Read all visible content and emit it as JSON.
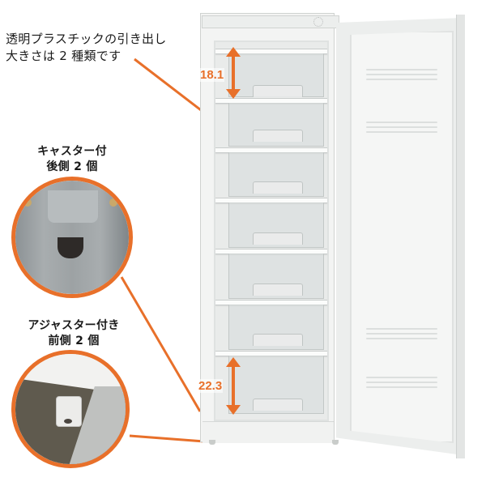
{
  "callouts": {
    "drawers": {
      "line1": "透明プラスチックの引き出し",
      "line2": "大きさは 2 種類です"
    },
    "rear_casters": {
      "line1": "キャスター付",
      "line2": "後側 2 個"
    },
    "front_adjusters": {
      "line1": "アジャスター付き",
      "line2": "前側 2 個"
    }
  },
  "dimensions": {
    "top_drawer_height": "18.1",
    "bottom_drawer_height": "22.3"
  },
  "colors": {
    "accent": "#e8702a",
    "text": "#1a1a1a",
    "appliance_white": "#f3f4f3"
  },
  "product": {
    "shelves": 7,
    "drawers_visible": 7
  }
}
